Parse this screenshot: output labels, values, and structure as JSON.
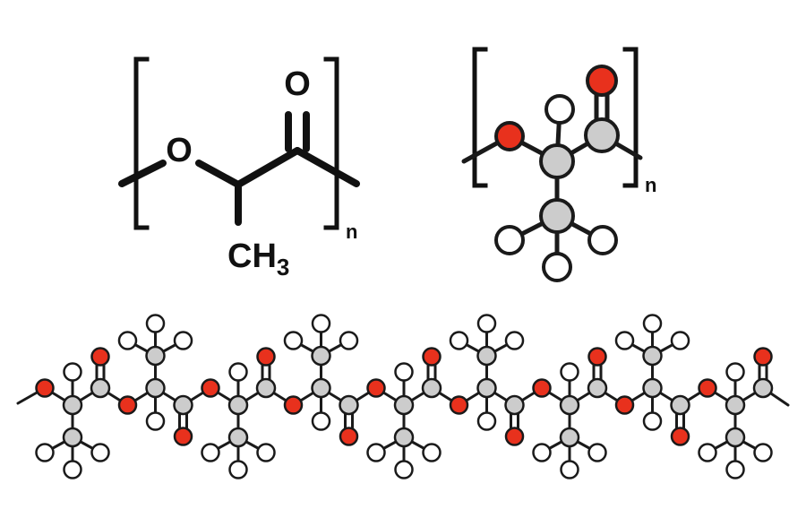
{
  "skeletal": {
    "oxygen_label": "O",
    "carbonyl_label": "O",
    "methyl_main": "CH",
    "methyl_sub": "3",
    "repeat_label": "n"
  },
  "ball_model": {
    "repeat_label": "n"
  },
  "colors": {
    "oxygen": "#e8311d",
    "carbon": "#cccccc",
    "hydrogen": "#ffffff",
    "bond": "#1a1a1a"
  }
}
